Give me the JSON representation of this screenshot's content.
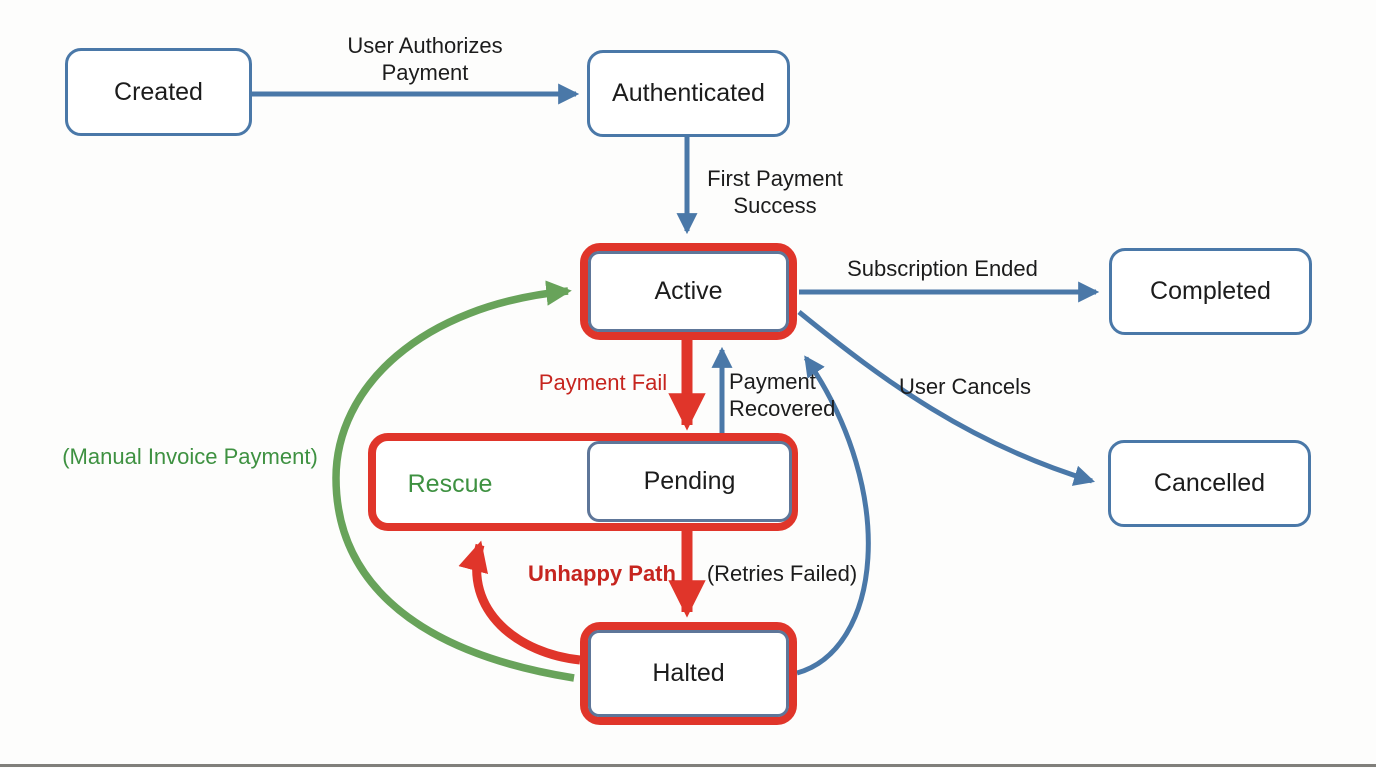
{
  "diagram": {
    "description": "Subscription payment state machine diagram",
    "colors": {
      "blue": "#4a78a8",
      "blue_inner": "#5e7699",
      "red": "#e0352a",
      "red_text": "#c6251f",
      "green": "#68a35a",
      "green_text": "#3e9141",
      "text": "#1c1c1c",
      "bg": "#fdfdfc"
    },
    "nodes": {
      "created": "Created",
      "authenticated": "Authenticated",
      "active": "Active",
      "completed": "Completed",
      "pending": "Pending",
      "rescue": "Rescue",
      "halted": "Halted",
      "cancelled": "Cancelled"
    },
    "edges": {
      "user_authorizes_payment": "User Authorizes Payment",
      "first_payment_success": "First Payment Success",
      "subscription_ended": "Subscription Ended",
      "user_cancels": "User Cancels",
      "payment_fail": "Payment Fail",
      "payment_recovered": "Payment Recovered",
      "manual_invoice_payment": "(Manual Invoice Payment)",
      "unhappy_path": "Unhappy Path",
      "retries_failed": "(Retries Failed)"
    }
  }
}
